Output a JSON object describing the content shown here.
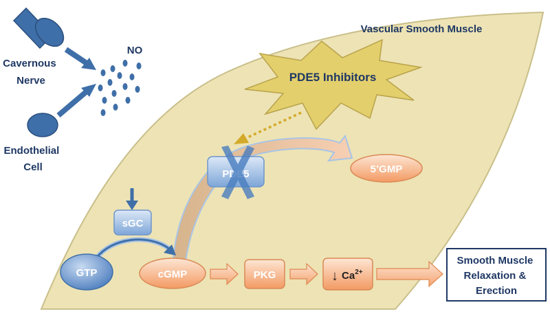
{
  "labels": {
    "region": "Vascular Smooth Muscle",
    "no": "NO",
    "cavernous_line1": "Cavernous",
    "cavernous_line2": "Nerve",
    "endothelial_line1": "Endothelial",
    "endothelial_line2": "Cell",
    "inhibitors": "PDE5 Inhibitors",
    "pde5": "PDE5",
    "gmp5": "5’GMP",
    "sgc": "sGC",
    "gtp": "GTP",
    "cgmp": "cGMP",
    "pkg": "PKG",
    "ca_arrow": "↓",
    "ca": "Ca",
    "ca_sup": "2+",
    "outcome_line1": "Smooth Muscle",
    "outcome_line2": "Relaxation &",
    "outcome_line3": "Erection"
  },
  "colors": {
    "leaf_fill": "#ede3b5",
    "leaf_stroke": "#c9bf8a",
    "blue": "#3f6fa8",
    "blue_dark": "#2b4f7e",
    "orange": "#f4a574",
    "orange_light": "#fde3cf",
    "inhibitor_fill": "#e3cf6c",
    "text_dark": "#1f3864"
  }
}
